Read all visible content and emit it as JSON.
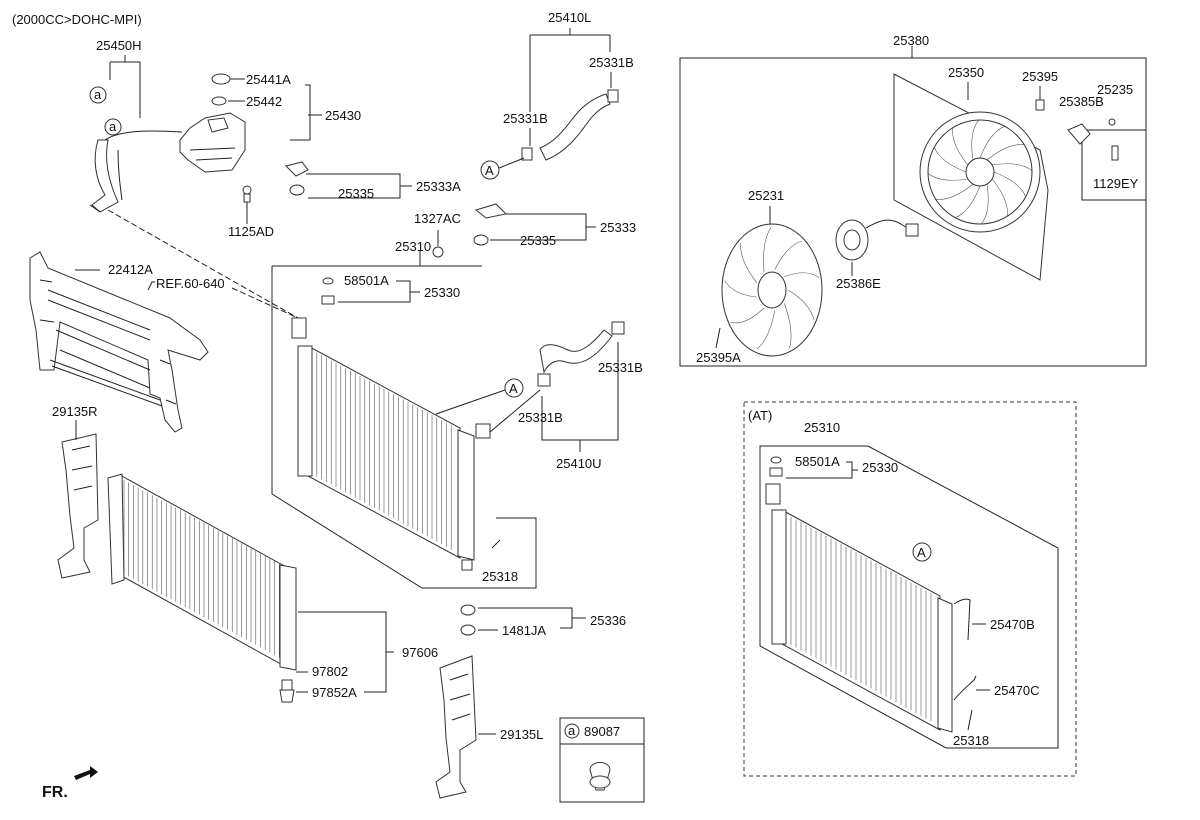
{
  "header": {
    "engine": "(2000CC>DOHC-MPI)"
  },
  "labels": {
    "p25450H": "25450H",
    "p25441A": "25441A",
    "p25442": "25442",
    "p25430": "25430",
    "p1125AD": "1125AD",
    "p22412A": "22412A",
    "ref": "REF.60-640",
    "p29135R": "29135R",
    "p25410L": "25410L",
    "p25331B_a": "25331B",
    "p25331B_b": "25331B",
    "p25331B_c": "25331B",
    "p25331B_d": "25331B",
    "p25335_a": "25335",
    "p25335_b": "25335",
    "p25333A": "25333A",
    "p1327AC": "1327AC",
    "p25333": "25333",
    "p25310": "25310",
    "p58501A": "58501A",
    "p25330": "25330",
    "p25410U": "25410U",
    "p25318": "25318",
    "p25336": "25336",
    "p1481JA": "1481JA",
    "p97606": "97606",
    "p97802": "97802",
    "p97852A": "97852A",
    "p29135L": "29135L",
    "p25380": "25380",
    "p25350": "25350",
    "p25395": "25395",
    "p25235": "25235",
    "p25385B": "25385B",
    "p1129EY": "1129EY",
    "p25231": "25231",
    "p25386E": "25386E",
    "p25395A": "25395A",
    "at_tag": "(AT)",
    "at_25310": "25310",
    "at_58501A": "58501A",
    "at_25330": "25330",
    "at_25470B": "25470B",
    "at_25470C": "25470C",
    "at_25318": "25318",
    "fr": "FR.",
    "legend_circle": "a",
    "legend_part": "89087",
    "callout_a1": "a",
    "callout_a2": "a",
    "callout_A1": "A",
    "callout_A2": "A",
    "callout_A3": "A"
  }
}
